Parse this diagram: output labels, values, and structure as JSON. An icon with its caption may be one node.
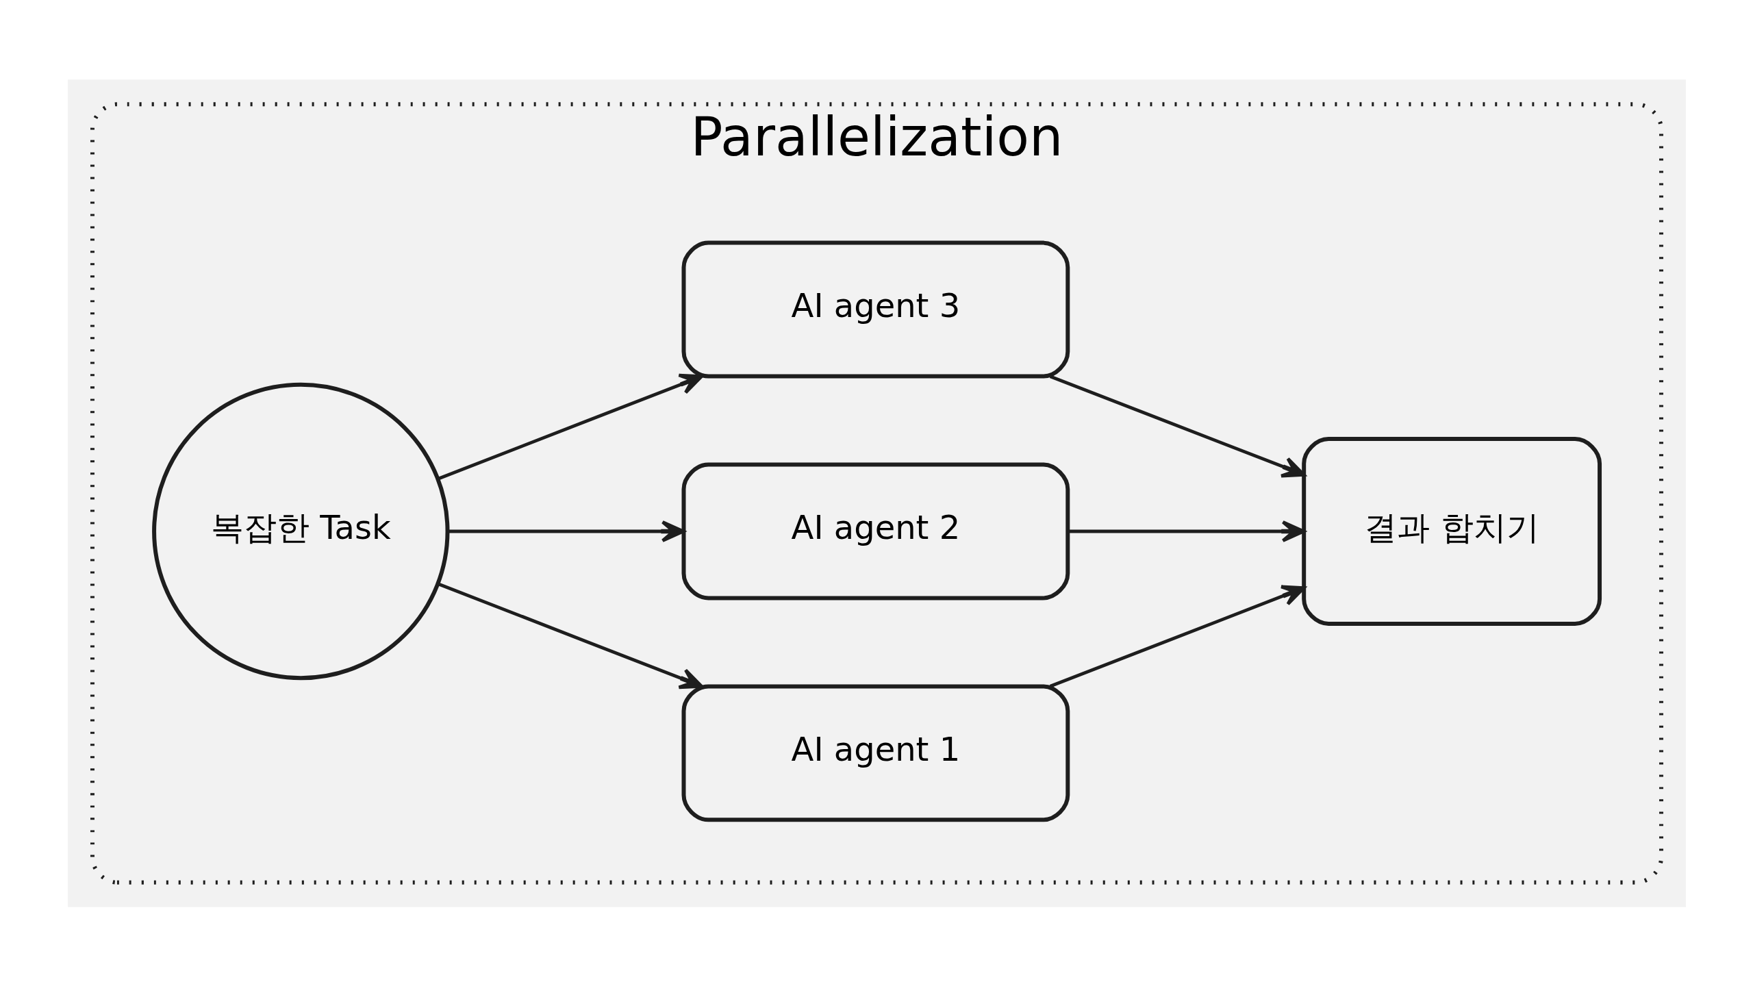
{
  "diagram": {
    "nodes": [
      {
        "text": [
          "Parallelization"
        ]
      },
      {
        "text": [
          "복잡한 Task"
        ],
        "in": 0
      },
      {
        "text": [
          "AI agent 1"
        ],
        "in": 0
      },
      {
        "text": [
          "AI agent 2"
        ],
        "in": 0
      },
      {
        "text": [
          "AI agent 3"
        ],
        "in": 0
      },
      {
        "text": [
          "결과 합치기"
        ],
        "in": 0
      }
    ],
    "edges": [
      {
        "from": 1,
        "to": 2,
        "arrow": "to"
      },
      {
        "from": 1,
        "to": 3,
        "arrow": "to"
      },
      {
        "from": 1,
        "to": 4,
        "arrow": "to"
      },
      {
        "from": 2,
        "to": 5,
        "arrow": "to"
      },
      {
        "from": 3,
        "to": 5,
        "arrow": "to"
      },
      {
        "from": 4,
        "to": 5,
        "arrow": "to"
      }
    ]
  }
}
